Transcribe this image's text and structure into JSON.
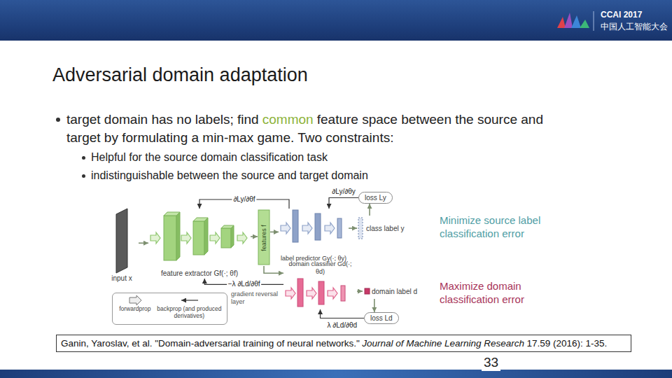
{
  "diagram": {
    "title": "Adversarial domain adaptation",
    "nodes": [
      {
        "text": [
          "input x"
        ]
      },
      {
        "text": [
          "feature extractor Gf(·; θf)"
        ]
      },
      {
        "text": [
          "features f"
        ]
      },
      {
        "text": [
          "label predictor Gy(·; θy)"
        ]
      },
      {
        "text": [
          "class label y"
        ]
      },
      {
        "text": [
          "loss Ly"
        ]
      },
      {
        "text": [
          "domain classifier Gd(·; θd)"
        ]
      },
      {
        "text": [
          "domain label d"
        ]
      },
      {
        "text": [
          "loss Ld"
        ]
      },
      {
        "text": [
          "Ganin, Yaroslav, et al. \"Domain-adversarial training of neural networks.\"",
          "Journal of Machine Learning Research",
          "17.59 (2016): 1-35."
        ]
      }
    ],
    "edges": [
      {
        "from": 0,
        "to": 1,
        "arrow": "to"
      },
      {
        "from": 1,
        "to": 2,
        "arrow": "to"
      },
      {
        "from": 2,
        "to": 3,
        "arrow": "to"
      },
      {
        "from": 3,
        "to": 4,
        "arrow": "to"
      },
      {
        "from": 4,
        "to": 5,
        "arrow": "to"
      },
      {
        "from": 2,
        "to": 6,
        "arrow": "to"
      },
      {
        "from": 6,
        "to": 7,
        "arrow": "to"
      },
      {
        "from": 7,
        "to": 8,
        "arrow": "to"
      },
      {
        "from": 5,
        "to": 3,
        "label": "∂Ly/∂θy",
        "arrow": "to"
      },
      {
        "from": 3,
        "to": 1,
        "label": "∂Ly/∂θf",
        "arrow": "to"
      },
      {
        "from": 8,
        "to": 6,
        "label": "λ ∂Ld/∂θd",
        "arrow": "to"
      },
      {
        "from": 6,
        "to": 1,
        "label": "−λ ∂Ld/∂θf",
        "arrow": "to"
      }
    ],
    "labels": [
      "CCAI 2017",
      "中国人工智能大会",
      "target domain has no labels; find",
      "common",
      "feature space between the source and target by formulating a min-max game. Two constraints:",
      "Helpful for the source domain classification task",
      "indistinguishable between the source and target domain",
      "gradient reversal layer",
      "Minimize source label classification error",
      "Maximize domain classification error",
      "33"
    ],
    "legend": [
      {
        "text": "forwardprop"
      },
      {
        "text": "backprop (and produced derivatives)"
      }
    ]
  }
}
